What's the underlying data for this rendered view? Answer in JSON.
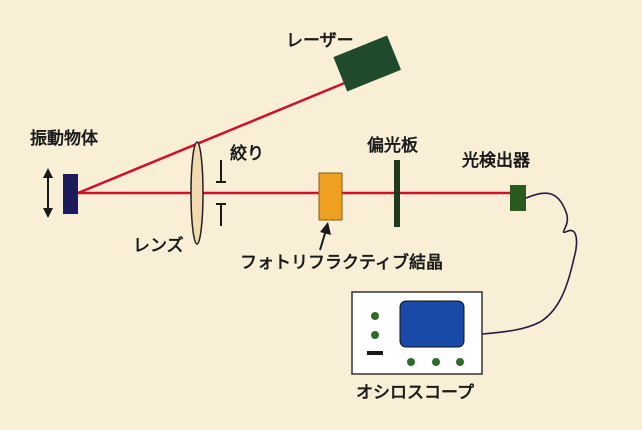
{
  "labels": {
    "laser": "レーザー",
    "vibrating_object": "振動物体",
    "iris": "絞り",
    "polarizer": "偏光板",
    "photodetector": "光検出器",
    "lens": "レンズ",
    "crystal": "フォトリフラクティブ結晶",
    "oscilloscope": "オシロスコープ"
  },
  "colors": {
    "background": "#f8efd6",
    "beam": "#d0102a",
    "laser_body": "#1f4a2c",
    "object": "#1c1c5a",
    "crystal": "#f0a020",
    "detector": "#2a5a1c",
    "screen": "#1a4aa8",
    "knob": "#2e6a2a"
  }
}
